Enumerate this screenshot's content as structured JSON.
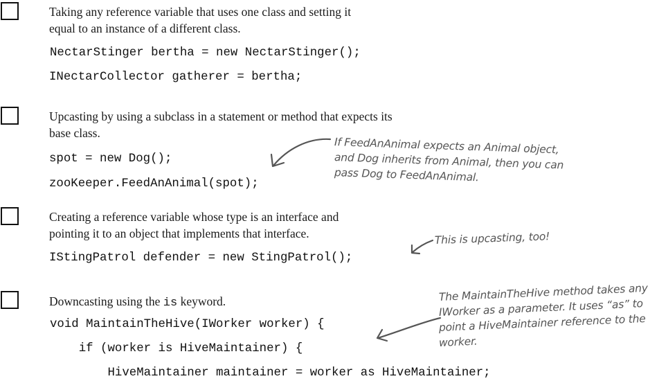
{
  "items": [
    {
      "desc": [
        "Taking any reference variable that uses one class and setting it",
        "equal to an instance of a different class."
      ],
      "code": [
        "NectarStinger bertha = new NectarStinger();",
        "INectarCollector gatherer = bertha;"
      ]
    },
    {
      "desc": [
        "Upcasting by using a subclass in a statement or method that expects its",
        "base class."
      ],
      "code": [
        "spot = new Dog();",
        "zooKeeper.FeedAnAnimal(spot);"
      ]
    },
    {
      "desc": [
        "Creating a reference variable whose type is an interface and",
        "pointing it to an object that implements that interface."
      ],
      "code": [
        "IStingPatrol defender = new StingPatrol();"
      ]
    },
    {
      "desc_prefix": "Downcasting using the ",
      "desc_keyword": "is",
      "desc_suffix": " keyword.",
      "code": [
        "void MaintainTheHive(IWorker worker) {",
        "    if (worker is HiveMaintainer) {",
        "        HiveMaintainer maintainer = worker as HiveMaintainer;"
      ]
    }
  ],
  "notes": {
    "feed_an_animal": [
      "If FeedAnAnimal expects an Animal object,",
      "and Dog inherits from Animal, then you can",
      "pass Dog to FeedAnAnimal."
    ],
    "upcasting_too": [
      "This is upcasting, too!"
    ],
    "maintain_the_hive": [
      "The MaintainTheHive method takes any",
      "IWorker as a parameter. It uses “as” to",
      "point a HiveMaintainer reference to the",
      "worker."
    ]
  },
  "icons": {
    "checkbox": "empty-checkbox-icon",
    "arrow": "handwritten-arrow-icon"
  },
  "colors": {
    "text": "#1a1a1a",
    "handwriting": "#555555"
  }
}
